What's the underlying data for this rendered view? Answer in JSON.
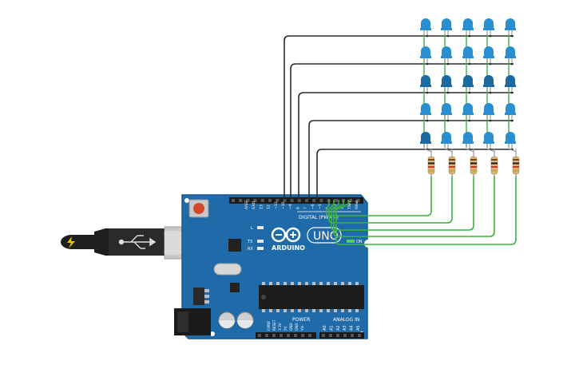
{
  "board": {
    "logo_text": "ARDUINO",
    "model": "UNO",
    "digital_label": "DIGITAL (PWM~)",
    "on_label": "ON",
    "led_l": "L",
    "led_tx": "TX",
    "led_rx": "RX",
    "power_label": "POWER",
    "analog_label": "ANALOG IN",
    "top_header_labels": [
      "AREF",
      "GND",
      "13",
      "12",
      "~11",
      "~10",
      "~9",
      "8",
      "7",
      "~6",
      "~5",
      "4",
      "~3",
      "2",
      "TX▸1",
      "RX◂0"
    ],
    "power_pins": [
      "IOREF",
      "RESET",
      "3.3V",
      "5V",
      "GND",
      "GND",
      "Vin"
    ],
    "analog_pins": [
      "A0",
      "A1",
      "A2",
      "A3",
      "A4",
      "A5"
    ]
  },
  "led_matrix": {
    "rows": 5,
    "cols": 5,
    "led_color": "#2a8fd0",
    "led_color_dark": "#1d6aa0"
  },
  "colors": {
    "board": "#1f6aa8",
    "board_edge": "#155a90",
    "wire_row": "#2b2b2b",
    "wire_col": "#3cb43c",
    "resistor_body": "#d9b47a",
    "usb": "#1e1e1e"
  }
}
